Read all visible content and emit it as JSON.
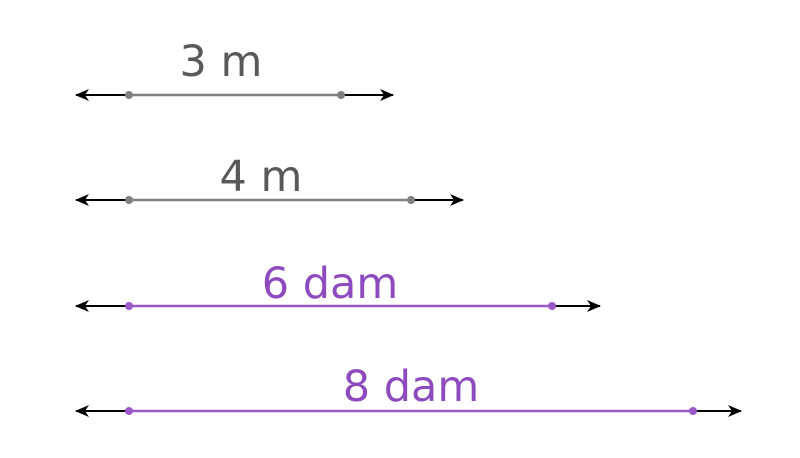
{
  "segments": [
    {
      "label": "3 m",
      "color": "#808080",
      "text_color": "#595959"
    },
    {
      "label": "4 m",
      "color": "#808080",
      "text_color": "#595959"
    },
    {
      "label": "6 dam",
      "color": "#9b59c8",
      "text_color": "#8e4bbf"
    },
    {
      "label": "8 dam",
      "color": "#9b59c8",
      "text_color": "#8e4bbf"
    }
  ],
  "arrow_color": "#000000"
}
